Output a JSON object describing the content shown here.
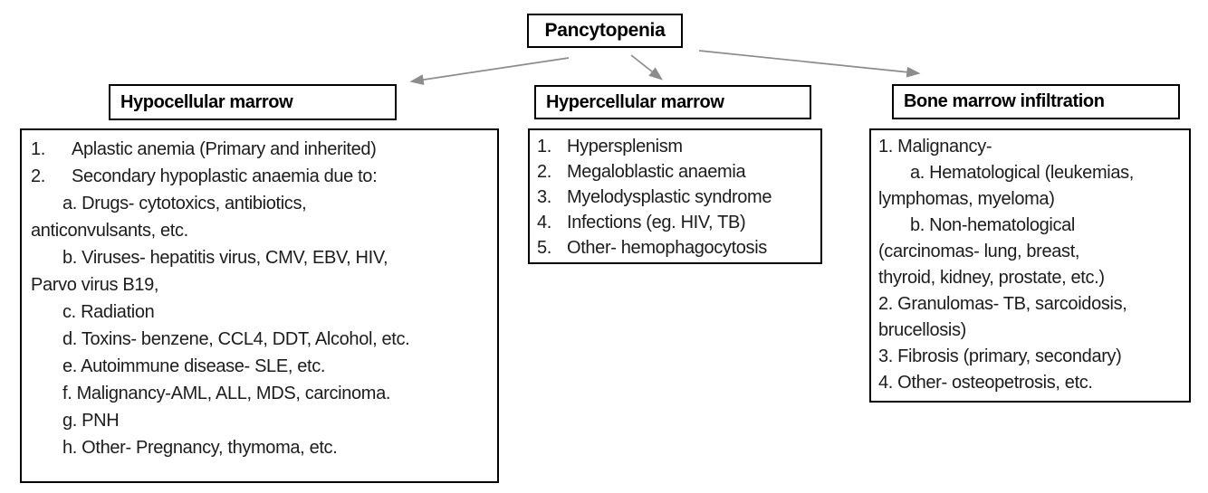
{
  "root": {
    "label": "Pancytopenia"
  },
  "branches": [
    {
      "heading": "Hypocellular marrow",
      "lines": [
        {
          "num": "1.",
          "text": "Aplastic anemia (Primary and inherited)",
          "indent": 0
        },
        {
          "num": "2.",
          "text": "Secondary hypoplastic anaemia due to:",
          "indent": 0
        },
        {
          "text": "a. Drugs- cytotoxics, antibiotics,",
          "indent": 1
        },
        {
          "text": "anticonvulsants, etc.",
          "indent": 0
        },
        {
          "text": "b. Viruses- hepatitis virus, CMV, EBV, HIV,",
          "indent": 1
        },
        {
          "text": "Parvo virus B19,",
          "indent": 0
        },
        {
          "text": "c. Radiation",
          "indent": 1
        },
        {
          "text": "d. Toxins- benzene, CCL4, DDT, Alcohol, etc.",
          "indent": 1
        },
        {
          "text": "e. Autoimmune disease- SLE, etc.",
          "indent": 1
        },
        {
          "text": "f. Malignancy-AML, ALL, MDS, carcinoma.",
          "indent": 1
        },
        {
          "text": "g. PNH",
          "indent": 1
        },
        {
          "text": "h. Other- Pregnancy, thymoma, etc.",
          "indent": 1
        }
      ]
    },
    {
      "heading": "Hypercellular marrow",
      "lines": [
        {
          "num": "1.",
          "text": "Hypersplenism",
          "indent": 0
        },
        {
          "num": "2.",
          "text": "Megaloblastic anaemia",
          "indent": 0
        },
        {
          "num": "3.",
          "text": "Myelodysplastic syndrome",
          "indent": 0
        },
        {
          "num": "4.",
          "text": "Infections (eg. HIV, TB)",
          "indent": 0
        },
        {
          "num": "5.",
          "text": "Other- hemophagocytosis",
          "indent": 0
        }
      ]
    },
    {
      "heading": "Bone marrow infiltration",
      "lines": [
        {
          "text": "1. Malignancy-",
          "indent": 0
        },
        {
          "text": "a. Hematological (leukemias,",
          "indent": 1
        },
        {
          "text": "lymphomas, myeloma)",
          "indent": 0
        },
        {
          "text": "b. Non-hematological",
          "indent": 1
        },
        {
          "text": "(carcinomas- lung, breast,",
          "indent": 0
        },
        {
          "text": "thyroid, kidney, prostate, etc.)",
          "indent": 0
        },
        {
          "text": "2. Granulomas- TB, sarcoidosis,",
          "indent": 0
        },
        {
          "text": "brucellosis)",
          "indent": 0
        },
        {
          "text": "3. Fibrosis (primary, secondary)",
          "indent": 0
        },
        {
          "text": "4. Other- osteopetrosis, etc.",
          "indent": 0
        }
      ]
    }
  ],
  "colors": {
    "arrow": "#8c8c8c",
    "border": "#000000",
    "text": "#1c1c1c"
  }
}
